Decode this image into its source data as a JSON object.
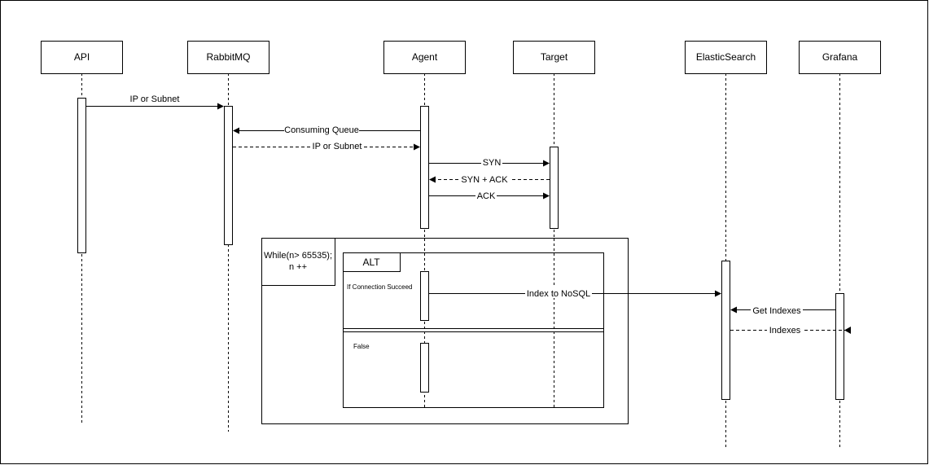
{
  "participants": [
    {
      "id": "api",
      "label": "API"
    },
    {
      "id": "rabbitmq",
      "label": "RabbitMQ"
    },
    {
      "id": "agent",
      "label": "Agent"
    },
    {
      "id": "target",
      "label": "Target"
    },
    {
      "id": "elasticsearch",
      "label": "ElasticSearch"
    },
    {
      "id": "grafana",
      "label": "Grafana"
    }
  ],
  "messages": [
    {
      "id": "msg-ip-subnet-1",
      "label": "IP or Subnet",
      "from": "api",
      "to": "rabbitmq",
      "style": "solid"
    },
    {
      "id": "msg-consuming-queue",
      "label": "Consuming Queue",
      "from": "agent",
      "to": "rabbitmq",
      "style": "solid"
    },
    {
      "id": "msg-ip-subnet-2",
      "label": "IP or Subnet",
      "from": "rabbitmq",
      "to": "agent",
      "style": "dashed"
    },
    {
      "id": "msg-syn",
      "label": "SYN",
      "from": "agent",
      "to": "target",
      "style": "solid"
    },
    {
      "id": "msg-syn-ack",
      "label": "SYN + ACK",
      "from": "target",
      "to": "agent",
      "style": "dashed"
    },
    {
      "id": "msg-ack",
      "label": "ACK",
      "from": "agent",
      "to": "target",
      "style": "solid"
    },
    {
      "id": "msg-index-nosql",
      "label": "Index to NoSQL",
      "from": "agent",
      "to": "elasticsearch",
      "style": "solid"
    },
    {
      "id": "msg-get-indexes",
      "label": "Get Indexes",
      "from": "grafana",
      "to": "elasticsearch",
      "style": "solid"
    },
    {
      "id": "msg-indexes",
      "label": "Indexes",
      "from": "elasticsearch",
      "to": "grafana",
      "style": "dashed"
    }
  ],
  "loop_frame": {
    "label_line1": "While(n> 65535);",
    "label_line2": "n ++"
  },
  "alt_frame": {
    "label": "ALT",
    "condition_true": "If Connection Succeed",
    "condition_false": "False"
  }
}
